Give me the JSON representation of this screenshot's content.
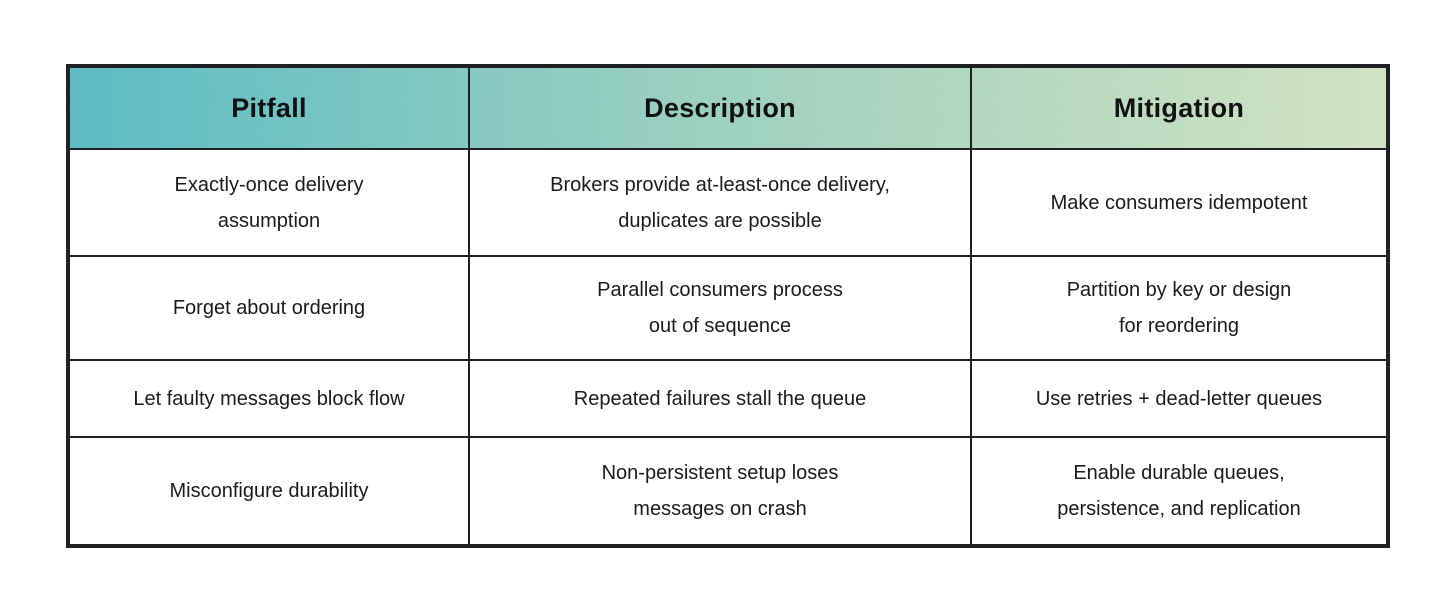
{
  "table": {
    "columns": [
      {
        "label": "Pitfall"
      },
      {
        "label": "Description"
      },
      {
        "label": "Mitigation"
      }
    ],
    "rows": [
      {
        "pitfall": [
          "Exactly-once delivery",
          "assumption"
        ],
        "description": [
          "Brokers provide at-least-once delivery,",
          "duplicates are possible"
        ],
        "mitigation": [
          "Make consumers idempotent"
        ]
      },
      {
        "pitfall": [
          "Forget about ordering"
        ],
        "description": [
          "Parallel consumers process",
          "out of sequence"
        ],
        "mitigation": [
          "Partition by key or design",
          "for reordering"
        ]
      },
      {
        "pitfall": [
          "Let faulty messages block flow"
        ],
        "description": [
          "Repeated failures stall the queue"
        ],
        "mitigation": [
          "Use retries + dead-letter queues"
        ]
      },
      {
        "pitfall": [
          "Misconfigure durability"
        ],
        "description": [
          "Non-persistent setup loses",
          "messages on crash"
        ],
        "mitigation": [
          "Enable durable queues,",
          "persistence, and replication"
        ]
      }
    ]
  },
  "colors": {
    "header_gradient_start": "#55bcc6",
    "header_gradient_mid": "#9dd3c0",
    "header_gradient_end": "#d3e6c2",
    "border": "#1f2023",
    "text": "#1b1b1b",
    "background": "#ffffff"
  }
}
